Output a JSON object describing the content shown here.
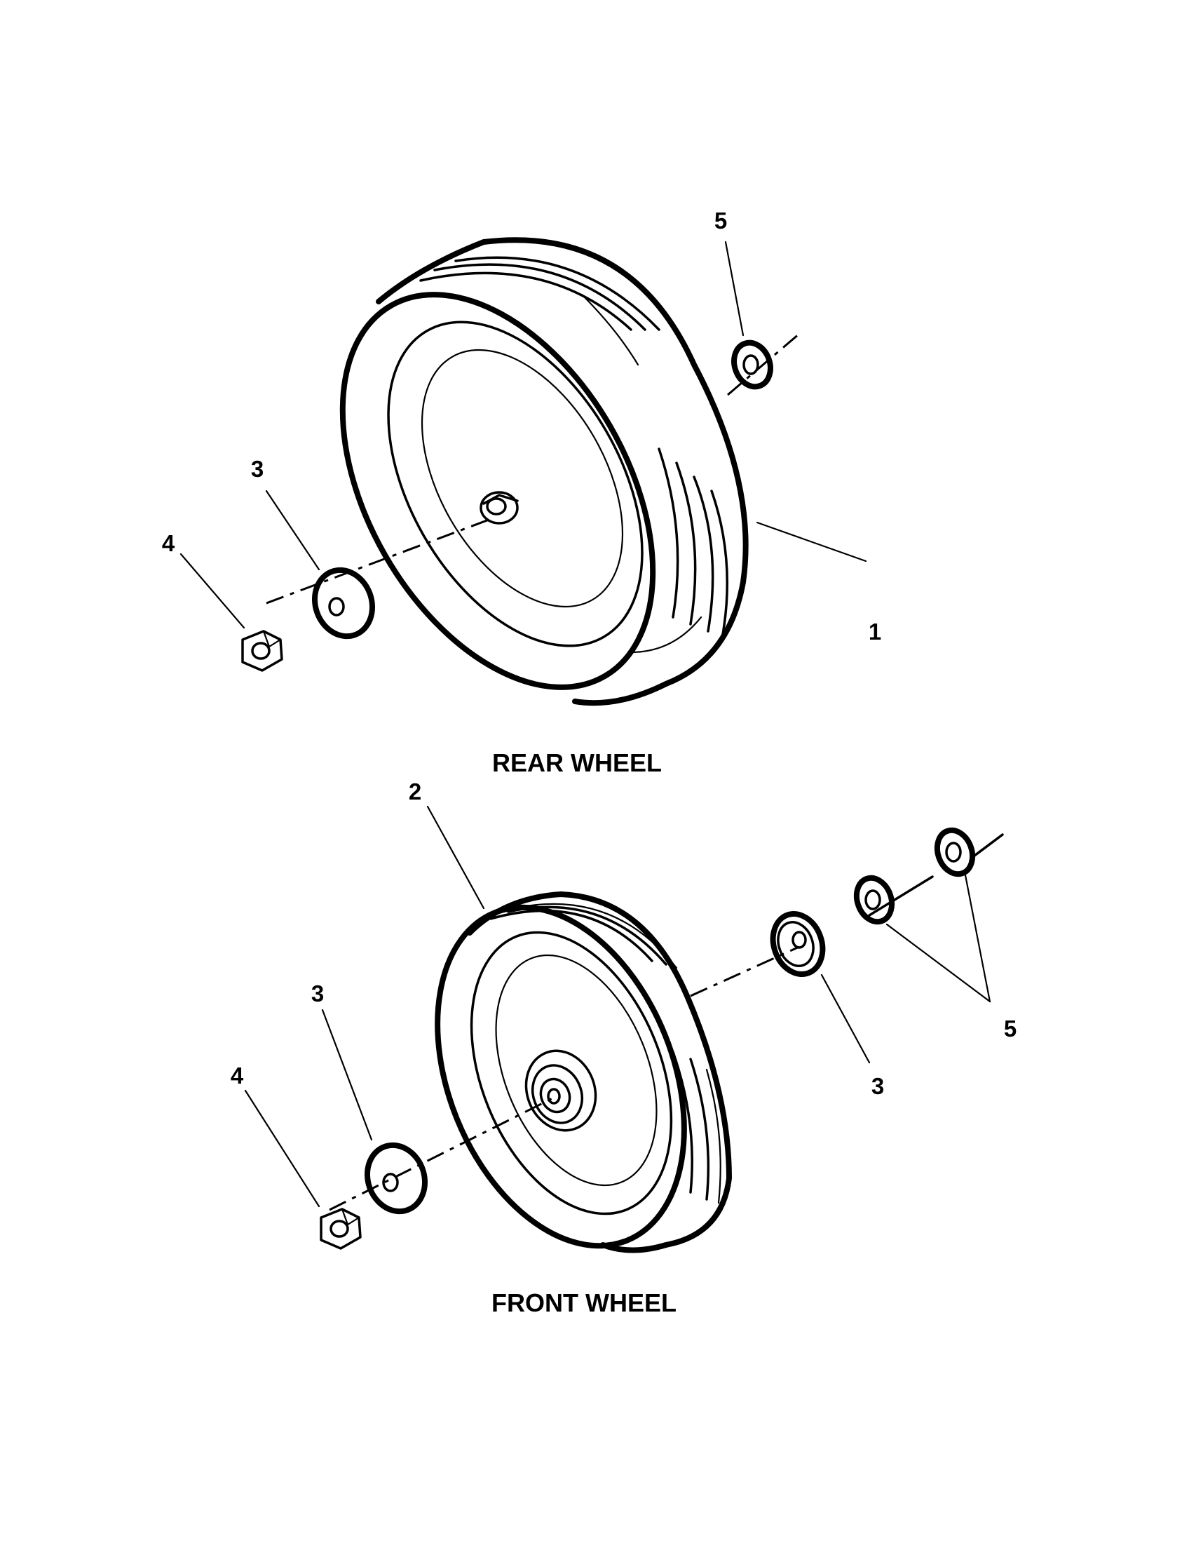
{
  "colors": {
    "ink": "#000000",
    "paper": "#ffffff"
  },
  "rear_assembly": {
    "caption": "REAR WHEEL",
    "callouts": {
      "wheel": "1",
      "washer": "3",
      "nut": "4",
      "spacer": "5"
    }
  },
  "front_assembly": {
    "caption": "FRONT WHEEL",
    "callouts": {
      "wheel": "2",
      "washer_left": "3",
      "nut": "4",
      "washer_right": "3",
      "spacers": "5"
    }
  }
}
